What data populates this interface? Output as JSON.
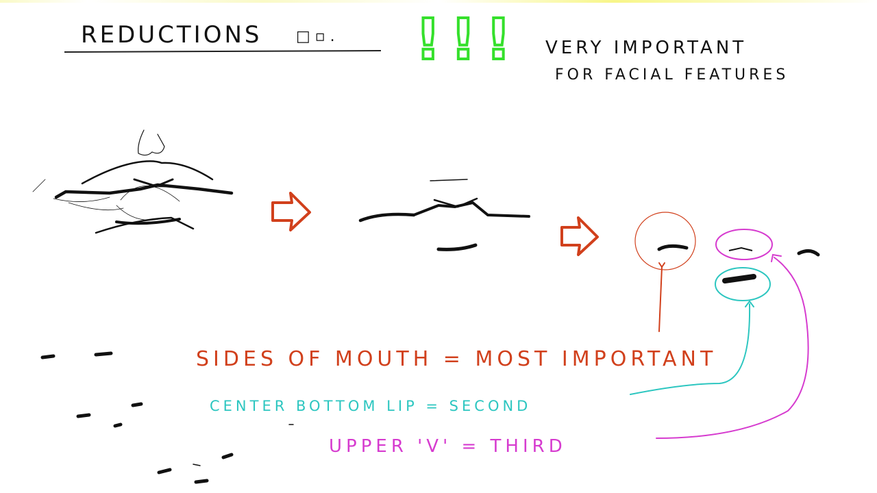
{
  "title": "REDUCTIONS",
  "title_marks": "□ ▫ .",
  "exclamations": "!!!",
  "note": {
    "line1": "VERY IMPORTANT",
    "line2": "FOR FACIAL FEATURES"
  },
  "annotations": {
    "first": "SIDES OF MOUTH = MOST IMPORTANT",
    "second": "CENTER BOTTOM LIP = SECOND",
    "third": "UPPER 'V' = THIRD"
  },
  "colors": {
    "ink": "#111111",
    "accent_red": "#d1401c",
    "accent_teal": "#2cc6c0",
    "accent_magenta": "#d63bcf",
    "accent_green": "#35e02c",
    "accent_yellow": "#f2f03a"
  },
  "icons": [
    "arrow-right-icon",
    "arrow-right-icon"
  ]
}
